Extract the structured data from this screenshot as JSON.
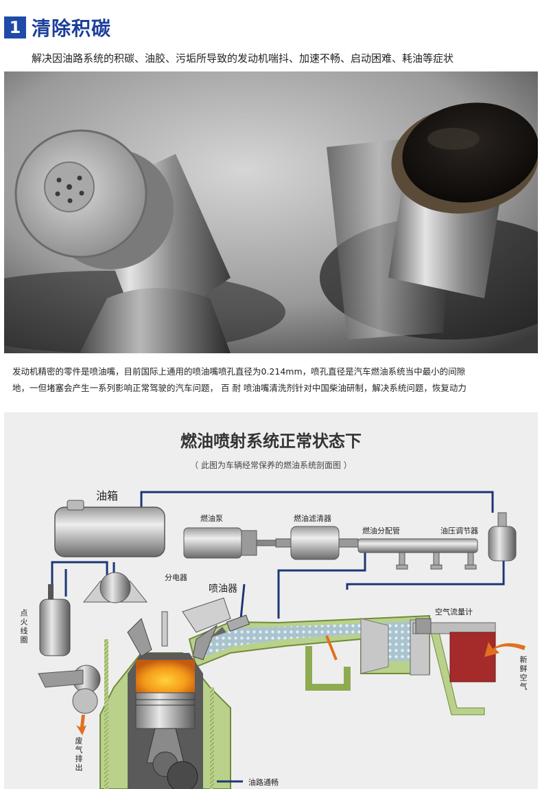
{
  "header": {
    "number": "1",
    "title": "清除积碳"
  },
  "subtitle": "解决因油路系统的积碳、油胶、污垢所导致的发动机喘抖、加速不畅、启动困难、耗油等症状",
  "description": {
    "line1": "发动机精密的零件是喷油嘴，目前国际上通用的喷油嘴喷孔直径为0.214mm，喷孔直径是汽车燃油系统当中最小的间隙",
    "line2": "地，一但堵塞会产生一系列影响正常驾驶的汽车问题，  百 耐 喷油嘴清洗剂针对中国柴油研制，解决系统问题，恢复动力"
  },
  "diagram": {
    "title": "燃油喷射系统正常状态下",
    "subtitle": "（ 此图为车辆经常保养的燃油系统剖面图 ）",
    "labels": {
      "fuel_tank": "油箱",
      "fuel_pump": "燃油泵",
      "fuel_filter": "燃油滤清器",
      "fuel_rail": "燃油分配管",
      "pressure_regulator": "油压调节器",
      "distributor": "分电器",
      "injector": "喷油器",
      "ignition_coil": "点火线圈",
      "air_flow_meter": "空气流量计",
      "fresh_air": "新鲜空气",
      "exhaust": "废气排出",
      "legend": "油路通畅"
    },
    "colors": {
      "fuel_line": "#1c3575",
      "accent": "#1f4aa8",
      "arrow": "#e07020",
      "meter": "#a52a2a"
    }
  }
}
